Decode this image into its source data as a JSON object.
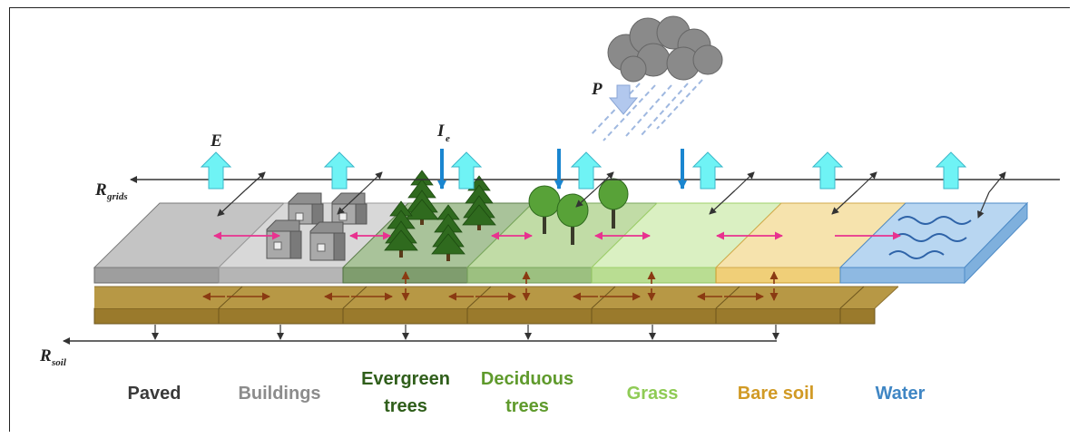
{
  "symbols": {
    "evaporation": "E",
    "precipitation": "P",
    "interception_main": "I",
    "interception_sub": "e",
    "r_grids_main": "R",
    "r_grids_sub": "grids",
    "r_soil_main": "R",
    "r_soil_sub": "soil"
  },
  "surfaces": [
    {
      "label_line1": "Paved",
      "label_line2": "",
      "color": "#3a3a3a"
    },
    {
      "label_line1": "Buildings",
      "label_line2": "",
      "color": "#8c8c8c"
    },
    {
      "label_line1": "Evergreen",
      "label_line2": "trees",
      "color": "#2f5e1a"
    },
    {
      "label_line1": "Deciduous",
      "label_line2": "trees",
      "color": "#5f9a2c"
    },
    {
      "label_line1": "Grass",
      "label_line2": "",
      "color": "#8fcb55"
    },
    {
      "label_line1": "Bare soil",
      "label_line2": "",
      "color": "#d19a25"
    },
    {
      "label_line1": "Water",
      "label_line2": "",
      "color": "#3f86c4"
    }
  ]
}
